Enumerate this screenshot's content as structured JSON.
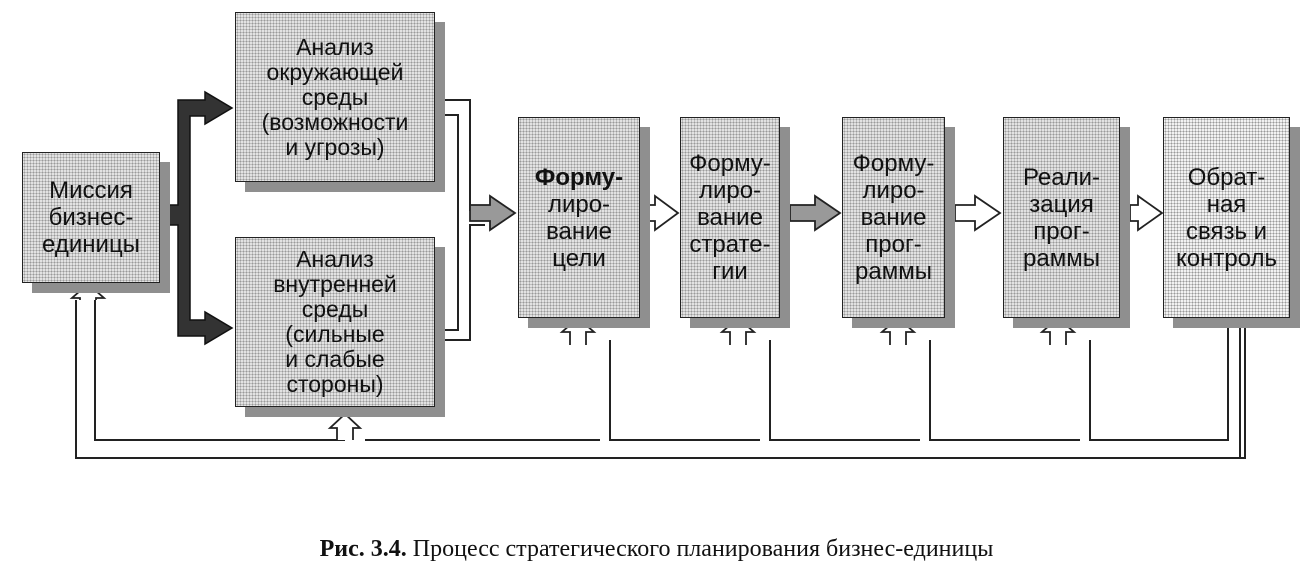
{
  "diagram": {
    "mission": [
      "Миссия",
      "бизнес-",
      "единицы"
    ],
    "external": [
      "Анализ",
      "окружающей",
      "среды",
      "(возможности",
      "и угрозы)"
    ],
    "internal": [
      "Анализ",
      "внутренней",
      "среды",
      "(сильные",
      "и слабые",
      "стороны)"
    ],
    "goal": [
      "Форму-",
      "лиро-",
      "вание",
      "цели"
    ],
    "strategy": [
      "Форму-",
      "лиро-",
      "вание",
      "страте-",
      "гии"
    ],
    "program": [
      "Форму-",
      "лиро-",
      "вание",
      "прог-",
      "раммы"
    ],
    "implementation": [
      "Реали-",
      "зация",
      "прог-",
      "раммы"
    ],
    "feedback": [
      "Обрат-",
      "ная",
      "связь и",
      "контроль"
    ]
  },
  "caption": {
    "label": "Рис. 3.4.",
    "text": "Процесс  стратегического планирования бизнес-единицы"
  }
}
